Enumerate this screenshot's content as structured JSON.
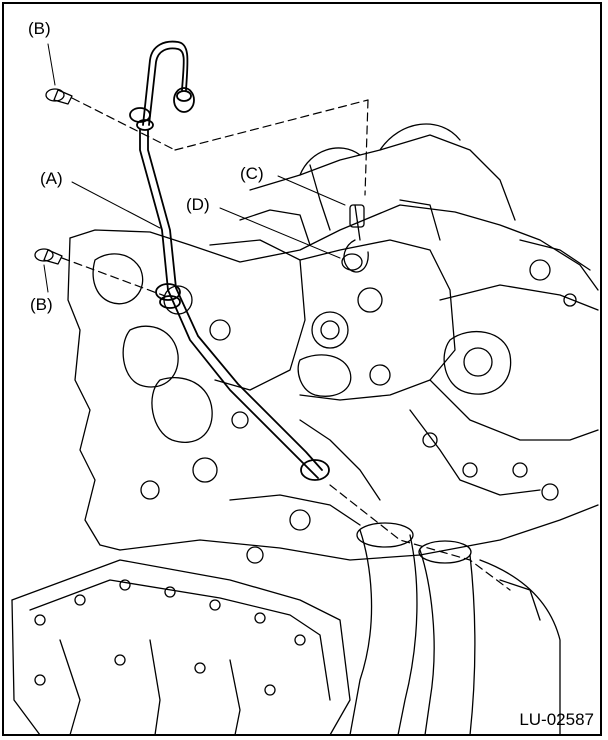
{
  "labels": {
    "a": "(A)",
    "b_top": "(B)",
    "b_left": "(B)",
    "c": "(C)",
    "d": "(D)"
  },
  "figure_code": "LU-02587",
  "colors": {
    "line": "#000000",
    "background": "#ffffff"
  }
}
